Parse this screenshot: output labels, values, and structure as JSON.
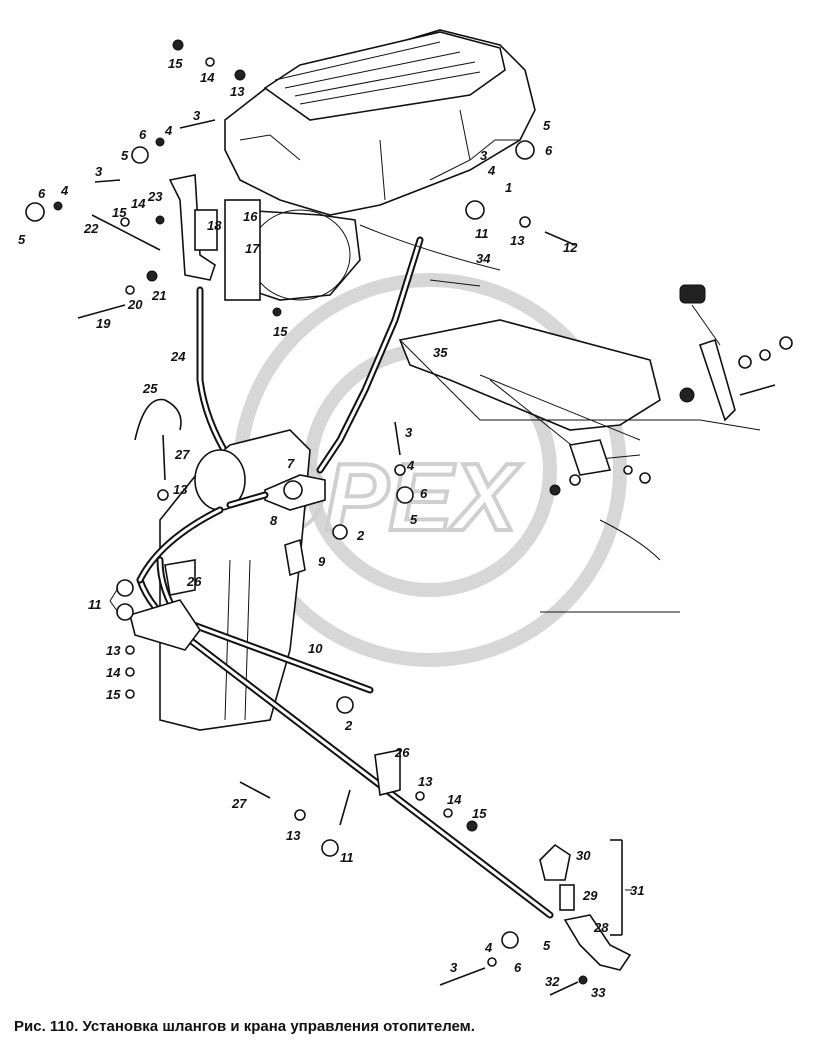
{
  "caption": "Рис. 110. Установка шлангов и крана управления отопителем.",
  "watermark": "OPEX",
  "callouts": {
    "c15a": "15",
    "c14a": "14",
    "c13a": "13",
    "c3a": "3",
    "c6a": "6",
    "c4a": "4",
    "c5a": "5",
    "c3b": "3",
    "c6b": "6",
    "c4b": "4",
    "c5b": "5",
    "c23": "23",
    "c22": "22",
    "c15b": "15",
    "c14b": "14",
    "c16": "16",
    "c18": "18",
    "c17": "17",
    "c20": "20",
    "c21": "21",
    "c19": "19",
    "c15c": "15",
    "c24": "24",
    "c5c": "5",
    "c6c": "6",
    "c3c": "3",
    "c4c": "4",
    "c1": "1",
    "c11a": "11",
    "c13b": "13",
    "c12": "12",
    "c34": "34",
    "c35": "35",
    "c25": "25",
    "c27a": "27",
    "c13c": "13",
    "c7": "7",
    "c8": "8",
    "c3d": "3",
    "c4d": "4",
    "c6d": "6",
    "c5d": "5",
    "c2a": "2",
    "c9": "9",
    "c26a": "26",
    "c11b": "11",
    "c13d": "13",
    "c14c": "14",
    "c15d": "15",
    "c10": "10",
    "c2b": "2",
    "c26b": "26",
    "c13e": "13",
    "c14d": "14",
    "c15e": "15",
    "c27b": "27",
    "c13f": "13",
    "c11c": "11",
    "c30": "30",
    "c29": "29",
    "c31": "31",
    "c28": "28",
    "c4e": "4",
    "c5e": "5",
    "c6e": "6",
    "c3e": "3",
    "c32": "32",
    "c33": "33"
  }
}
